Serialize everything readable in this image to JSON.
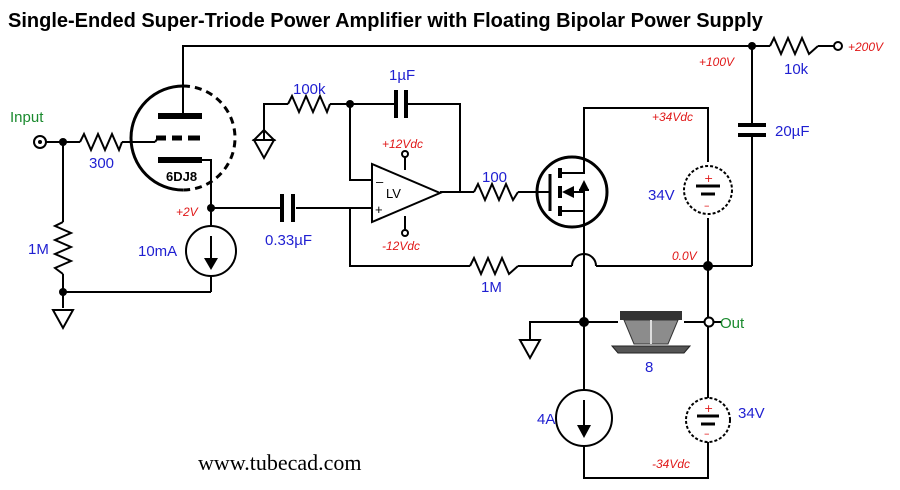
{
  "title": "Single-Ended Super-Triode Power Amplifier with Floating Bipolar Power Supply",
  "footer_url": "www.tubecad.com",
  "tube": {
    "type": "6DJ8"
  },
  "opamp": {
    "label": "LV",
    "minus": "–",
    "plus": "+"
  },
  "components": {
    "r_input": "300",
    "r_grid": "1M",
    "ccs_tube": "10mA",
    "c_coupling": "0.33µF",
    "r_fb_in": "100k",
    "c_fb": "1µF",
    "r_gate": "100",
    "r_fb": "1M",
    "r_supply": "10k",
    "c_supply": "20µF",
    "batt_top": "34V",
    "batt_bottom": "34V",
    "ccs_output": "4A",
    "speaker": "8"
  },
  "labels": {
    "input": "Input",
    "output": "Out"
  },
  "voltages": {
    "v200": "+200V",
    "v100": "+100V",
    "v34": "+34Vdc",
    "vp12": "+12Vdc",
    "vm12": "-12Vdc",
    "v2": "+2V",
    "v0": "0.0V",
    "vm34": "-34Vdc"
  },
  "colors": {
    "component_label": "#1f1fd1",
    "voltage": "#e01818",
    "io_label": "#1a8a2e",
    "battery_sign": "#e01818",
    "wire": "#000000"
  },
  "icons": {
    "ground": "ground-icon",
    "current_source": "current-source-icon",
    "battery": "battery-icon",
    "speaker": "speaker-icon",
    "mosfet": "mosfet-icon",
    "triode": "triode-icon"
  }
}
